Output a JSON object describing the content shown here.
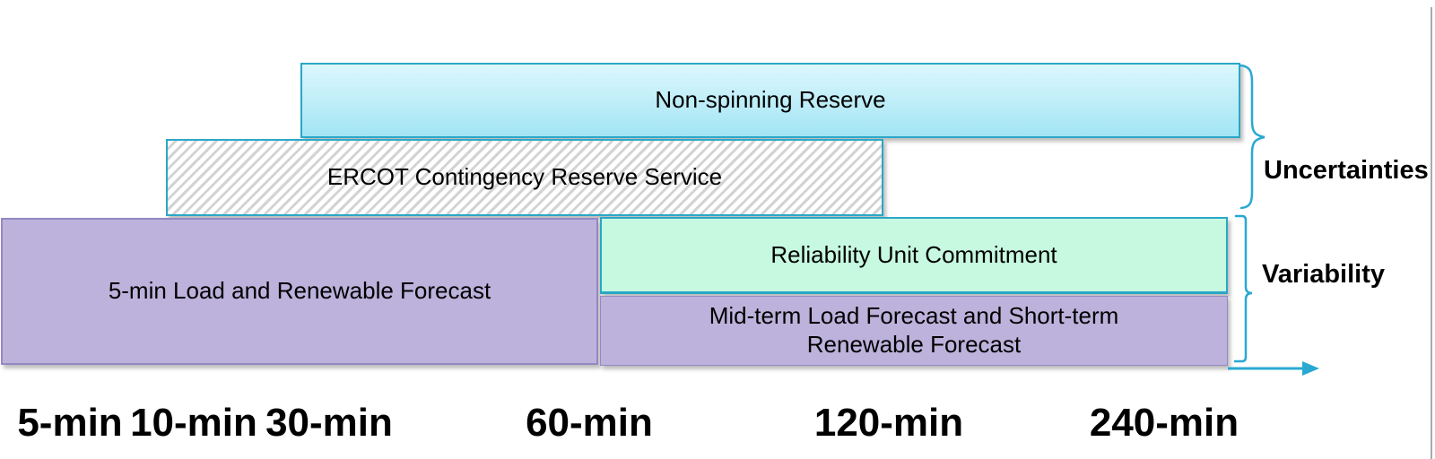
{
  "diagram": {
    "bars": {
      "non_spinning": {
        "label": "Non-spinning Reserve"
      },
      "ecrs": {
        "label": "ERCOT Contingency Reserve Service"
      },
      "five_min_forecast": {
        "label": "5-min Load and Renewable Forecast"
      },
      "ruc": {
        "label": "Reliability Unit Commitment"
      },
      "mid_term": {
        "label": "Mid-term Load Forecast and Short-term Renewable Forecast"
      }
    },
    "annotations": {
      "uncertainties": "Uncertainties",
      "variability": "Variability"
    },
    "axis": {
      "ticks": [
        "5-min",
        "10-min",
        "30-min",
        "60-min",
        "120-min",
        "240-min"
      ]
    },
    "colors": {
      "accent_cyan": "#29a8d2",
      "teal_border": "#2aa7c7",
      "non_spinning_gradient_top": "#dcf7fd",
      "non_spinning_gradient_bottom": "#a2e5f4",
      "ruc_green": "#c6f9e0",
      "purple_fill": "#bcb2db",
      "purple_border": "#9488c2",
      "hatch_gray": "#d3d3d3",
      "text": "#000000",
      "slide_edge_gray": "#a9a9a9"
    }
  }
}
